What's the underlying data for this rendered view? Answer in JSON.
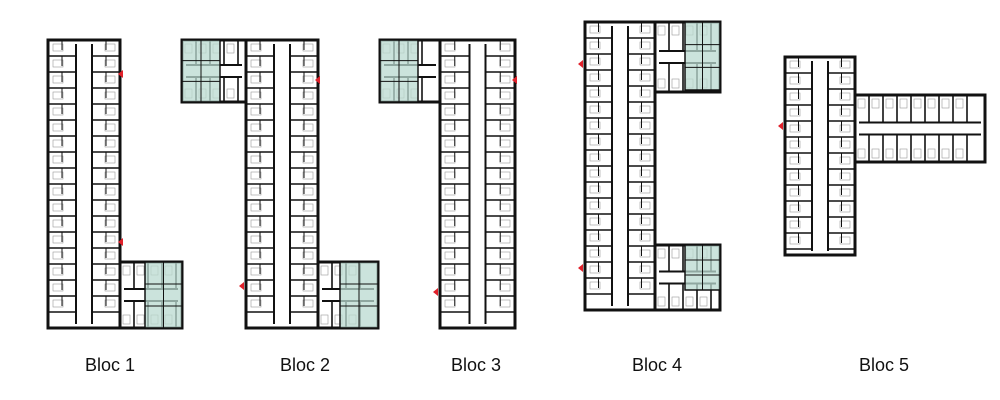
{
  "colors": {
    "wall": "#111111",
    "highlight": "#b9d9d0",
    "marker": "#e0202a",
    "furniture": "#9a9a9a"
  },
  "blocs": [
    {
      "label": "Bloc 1"
    },
    {
      "label": "Bloc 2"
    },
    {
      "label": "Bloc 3"
    },
    {
      "label": "Bloc 4"
    },
    {
      "label": "Bloc 5"
    }
  ]
}
